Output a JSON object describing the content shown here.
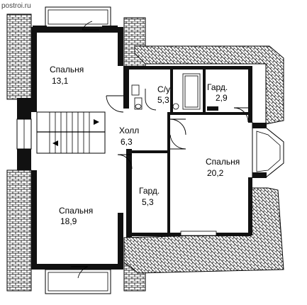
{
  "watermark": "postroi.ru",
  "rooms": [
    {
      "id": "bedroom-nw",
      "name": "Спальня",
      "area": "13,1"
    },
    {
      "id": "bathroom",
      "name": "С/у",
      "area": "5,3"
    },
    {
      "id": "wardrobe-ne",
      "name": "Гард.",
      "area": "2,9"
    },
    {
      "id": "hall",
      "name": "Холл",
      "area": "6,3"
    },
    {
      "id": "bedroom-e",
      "name": "Спальня",
      "area": "20,2"
    },
    {
      "id": "wardrobe-s",
      "name": "Гард.",
      "area": "5,3"
    },
    {
      "id": "bedroom-sw",
      "name": "Спальня",
      "area": "18,9"
    }
  ],
  "colors": {
    "wall": "#111111",
    "brick": "#ffffff",
    "line": "#000000"
  }
}
